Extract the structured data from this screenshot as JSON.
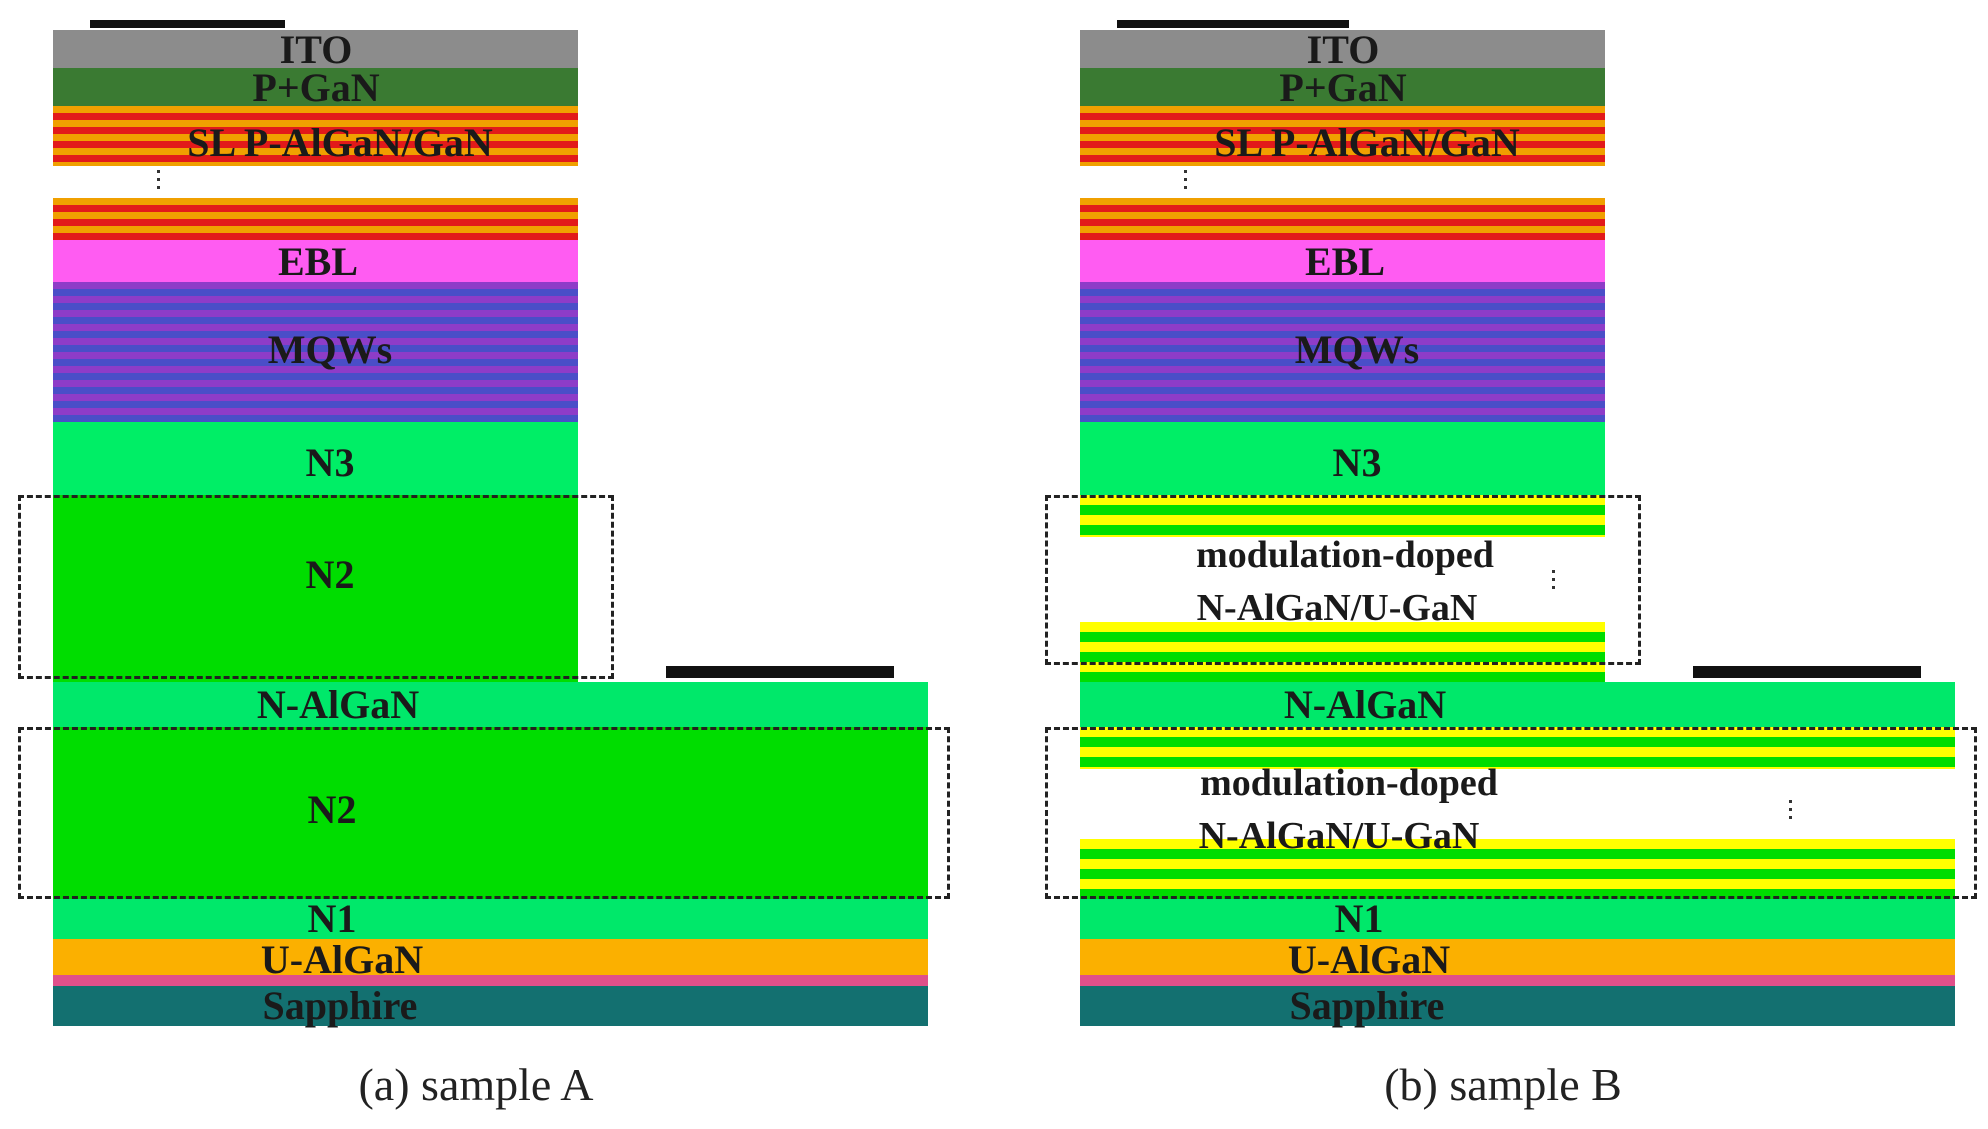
{
  "colors": {
    "ito": "#8c8c8c",
    "p_gan": "#3a7a32",
    "sl_red": "#e21a1a",
    "sl_orange": "#f0a000",
    "ebl": "#ff5cf2",
    "mqw_blue": "#4a4ec8",
    "mqw_purple": "#8e3cc8",
    "n3": "#00ee66",
    "n2": "#00dd00",
    "n_algan": "#00e86a",
    "n1": "#00e86a",
    "u_algan": "#fbb000",
    "buffer_pink": "#e0508a",
    "sapphire": "#137070",
    "mod_yellow": "#ffff00",
    "mod_green": "#00dd00",
    "contact": "#111111",
    "dash": "#222222"
  },
  "layers": {
    "ito": "ITO",
    "p_gan": "P+GaN",
    "sl": "SL P-AlGaN/GaN",
    "ebl": "EBL",
    "mqw": "MQWs",
    "n3": "N3",
    "n2": "N2",
    "n_algan": "N-AlGaN",
    "n1": "N1",
    "u_algan": "U-AlGaN",
    "sapphire": "Sapphire"
  },
  "modulation": {
    "line1": "modulation-doped",
    "line2": "N-AlGaN/U-GaN"
  },
  "captions": {
    "a": "(a) sample A",
    "b": "(b) sample B"
  }
}
